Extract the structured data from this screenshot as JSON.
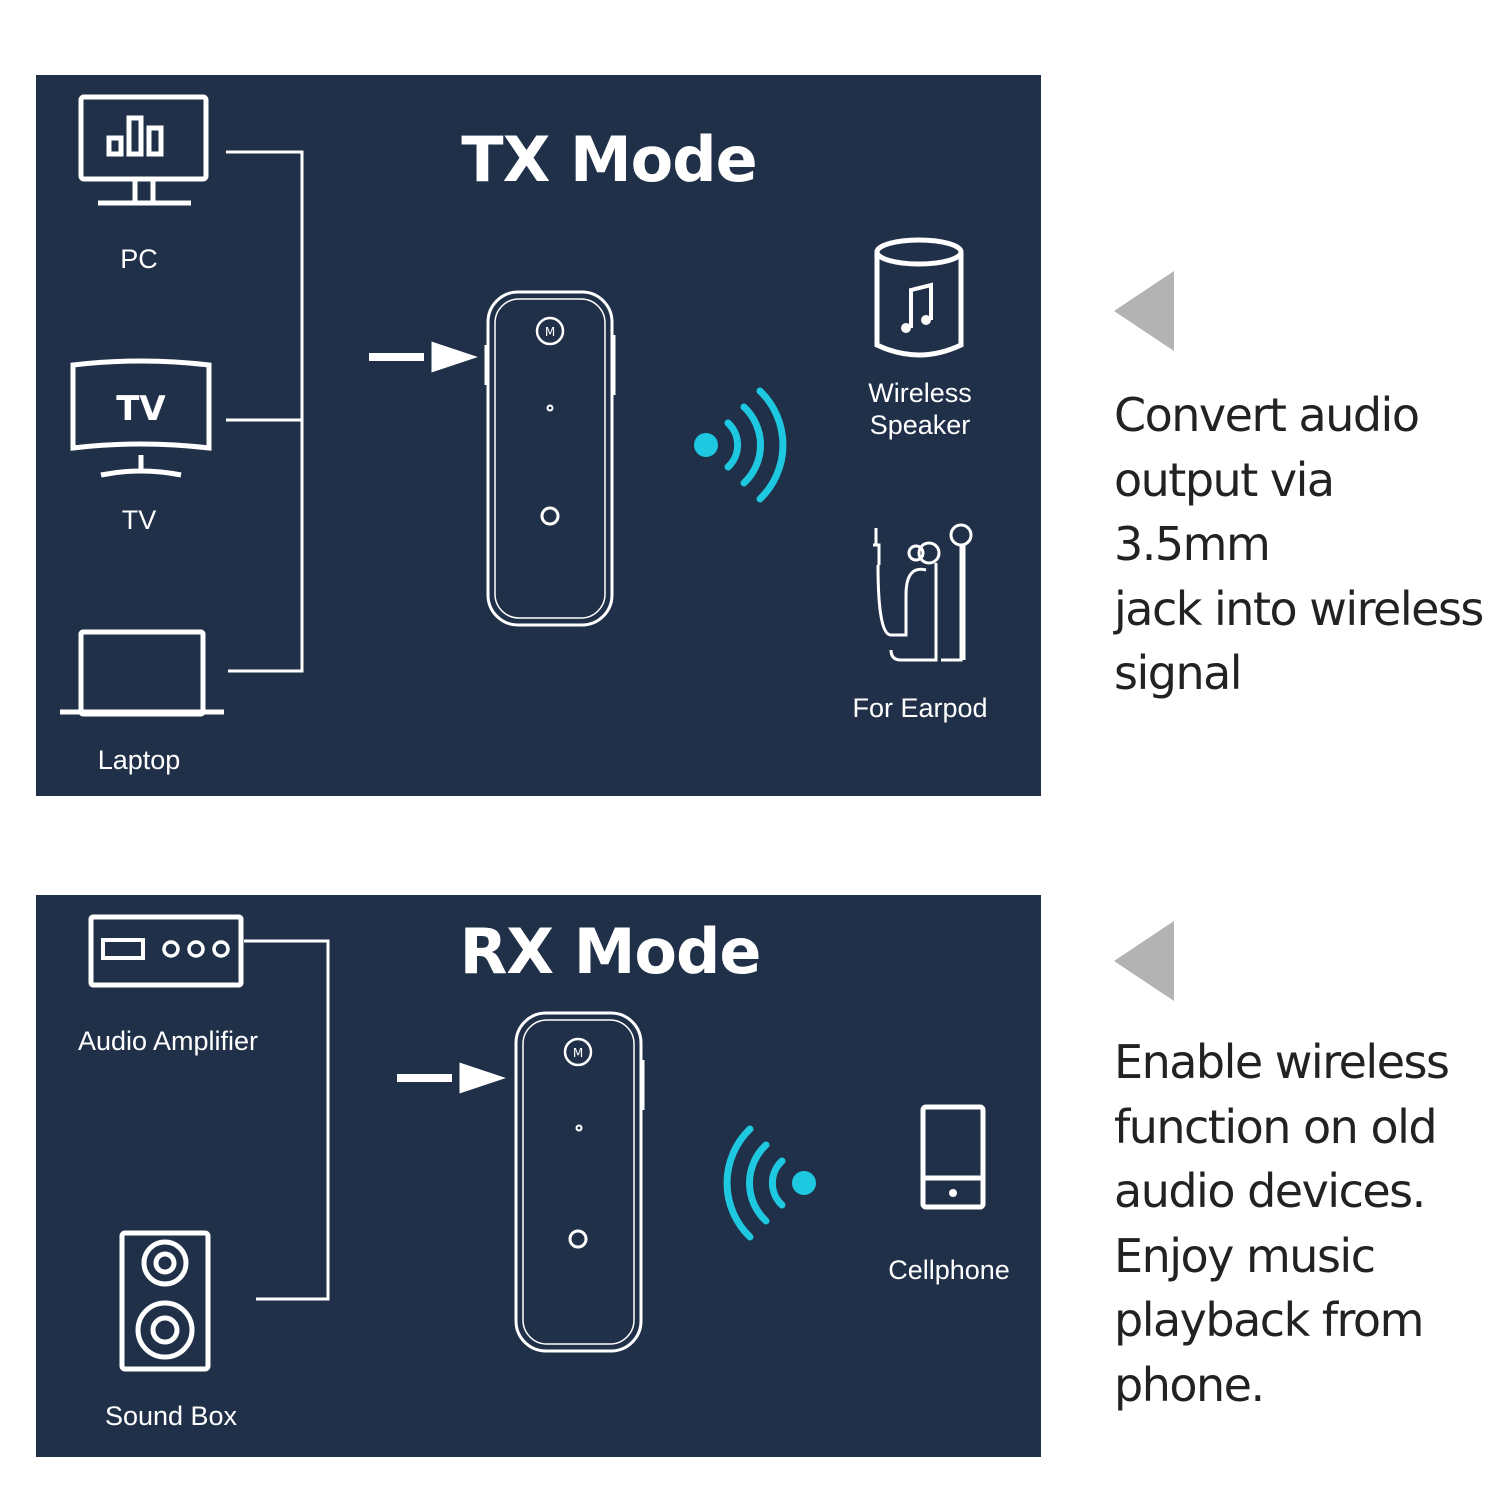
{
  "tx": {
    "title": "TX Mode",
    "sources": {
      "pc": "PC",
      "tv": "TV",
      "laptop": "Laptop"
    },
    "tv_screen_text": "TV",
    "device_button_label": "M",
    "targets": {
      "speaker": "Wireless\nSpeaker",
      "earpod": "For Earpod"
    },
    "description": "Convert audio\noutput via 3.5mm\njack into wireless\nsignal"
  },
  "rx": {
    "title": "RX Mode",
    "sources": {
      "amplifier": "Audio Amplifier",
      "soundbox": "Sound Box"
    },
    "device_button_label": "M",
    "targets": {
      "cellphone": "Cellphone"
    },
    "description": "Enable wireless\nfunction on old\naudio devices.\nEnjoy music\nplayback from\nphone."
  },
  "colors": {
    "panel": "#213049",
    "line": "#ffffff",
    "signal": "#1ec8e0",
    "arrow": "#b3b3b3",
    "text": "#222222"
  },
  "icons": [
    "monitor-icon",
    "tv-icon",
    "laptop-icon",
    "audio-jack-icon",
    "transmitter-device-icon",
    "signal-waves-icon",
    "speaker-icon",
    "earphones-icon",
    "amplifier-icon",
    "sound-box-icon",
    "cellphone-icon",
    "triangle-arrow-icon"
  ]
}
